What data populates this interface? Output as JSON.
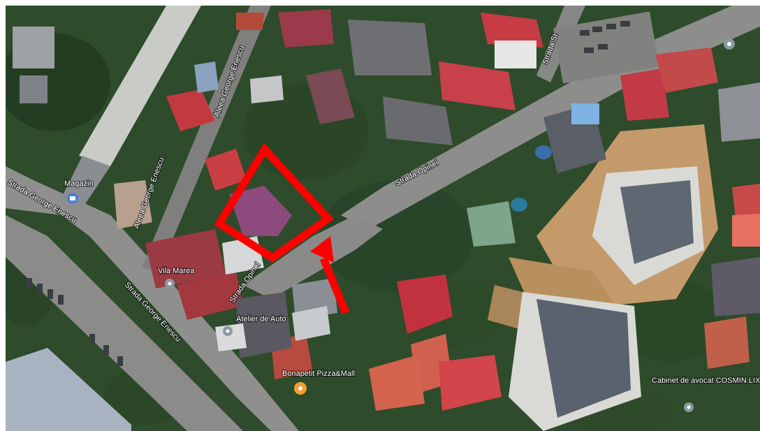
{
  "map": {
    "view": "satellite",
    "streets": [
      {
        "id": "opinei-upper",
        "name": "Strada Opinei"
      },
      {
        "id": "opinei-lower",
        "name": "Strada Opinei"
      },
      {
        "id": "enescu-left",
        "name": "Strada George Enescu"
      },
      {
        "id": "enescu-diag",
        "name": "Strada George Enescu"
      },
      {
        "id": "aleea-vertical",
        "name": "Aleea George Enescu"
      },
      {
        "id": "aleea-mid",
        "name": "Aleea George Enescu"
      },
      {
        "id": "strada-top",
        "name": "Strada St"
      }
    ],
    "pois": [
      {
        "id": "magazin",
        "name": "Magazin",
        "icon": "shopping-pin-icon",
        "color": "#4a7de0"
      },
      {
        "id": "hotel",
        "name": "Vila Marea",
        "icon": "place-pin-icon",
        "color": "#8a9aa0"
      },
      {
        "id": "atelier",
        "name": "Atelier de Auto",
        "icon": "place-pin-icon",
        "color": "#8a9aa0"
      },
      {
        "id": "pizza",
        "name": "Bonapetit Pizza&Mall",
        "icon": "food-pin-icon",
        "color": "#f0a030"
      },
      {
        "id": "avocat",
        "name": "Cabinet de avocat COSMIN LIXANDRU",
        "icon": "place-pin-icon",
        "color": "#8a9aa0"
      },
      {
        "id": "top-right",
        "name": "",
        "icon": "place-pin-icon",
        "color": "#8a9aa0"
      }
    ],
    "annotations": {
      "highlight_color": "#ff0000",
      "highlight_shape": "red-outline-polygon",
      "arrow": "red-arrow-pointing-up-left"
    }
  }
}
